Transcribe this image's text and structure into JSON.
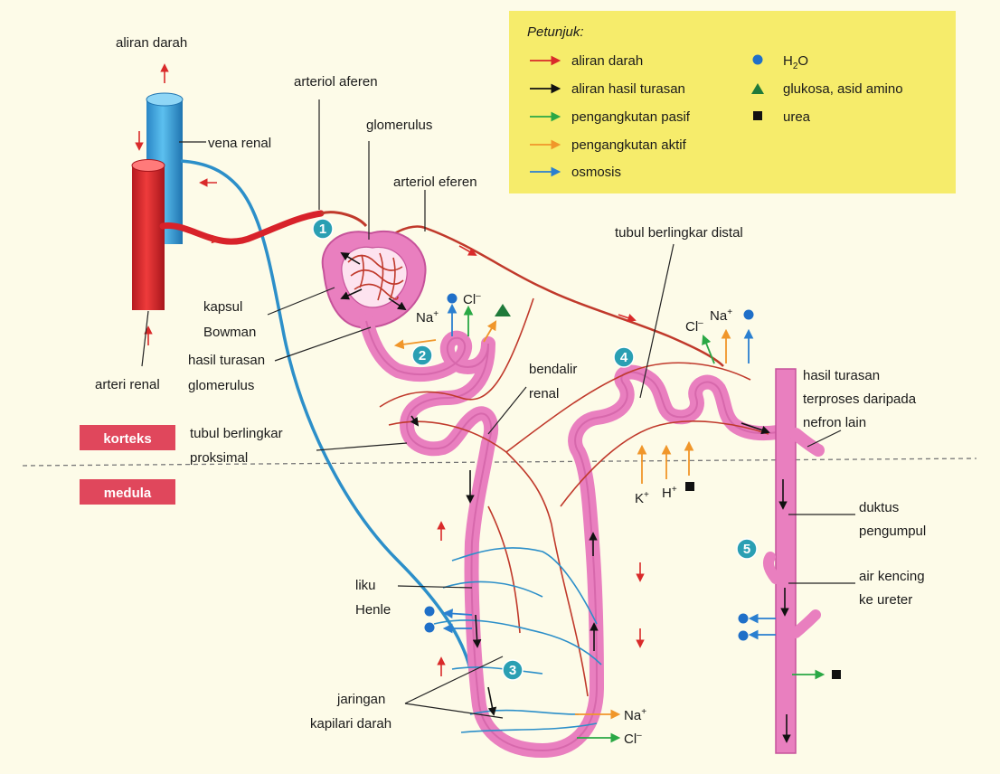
{
  "legend": {
    "title": "Petunjuk:",
    "items": [
      {
        "label": "aliran darah",
        "color": "#d92a2a",
        "icon": "arrow-icon"
      },
      {
        "label": "aliran hasil turasan",
        "color": "#111111",
        "icon": "arrow-icon"
      },
      {
        "label": "pengangkutan pasif",
        "color": "#2aa845",
        "icon": "arrow-icon"
      },
      {
        "label": "pengangkutan aktif",
        "color": "#f0962a",
        "icon": "arrow-icon"
      },
      {
        "label": "osmosis",
        "color": "#2a7fd0",
        "icon": "arrow-icon"
      }
    ],
    "symbols": [
      {
        "label_main": "H",
        "label_sub": "2",
        "label_end": "O",
        "icon": "blue-circle-icon",
        "color": "#1f6fc8"
      },
      {
        "label": "glukosa, asid amino",
        "icon": "green-triangle-icon",
        "color": "#1f7a3a"
      },
      {
        "label": "urea",
        "icon": "black-square-icon",
        "color": "#111111"
      }
    ]
  },
  "labels": {
    "aliran_darah": "aliran darah",
    "arteriol_aferen": "arteriol aferen",
    "glomerulus": "glomerulus",
    "vena_renal": "vena renal",
    "arteriol_eferen": "arteriol eferen",
    "tubul_distal": "tubul berlingkar distal",
    "kapsul_1": "kapsul",
    "kapsul_2": "Bowman",
    "hasil_turasan_1": "hasil turasan",
    "hasil_turasan_2": "glomerulus",
    "arteri_renal": "arteri renal",
    "bendalir_1": "bendalir",
    "bendalir_2": "renal",
    "proksimal_1": "tubul berlingkar",
    "proksimal_2": "proksimal",
    "terproses_1": "hasil turasan",
    "terproses_2": "terproses daripada",
    "terproses_3": "nefron lain",
    "duktus_1": "duktus",
    "duktus_2": "pengumpul",
    "liku_1": "liku",
    "liku_2": "Henle",
    "kencing_1": "air kencing",
    "kencing_2": "ke ureter",
    "jaringan_1": "jaringan",
    "jaringan_2": "kapilari darah"
  },
  "zones": {
    "korteks": "korteks",
    "medula": "medula"
  },
  "numbers": [
    "1",
    "2",
    "3",
    "4",
    "5"
  ],
  "ions": {
    "na": "Na",
    "na_sup": "+",
    "cl": "Cl",
    "cl_sup": "–",
    "k": "K",
    "k_sup": "+",
    "h": "H",
    "h_sup": "+"
  },
  "colors": {
    "artery": "#d8222a",
    "vein": "#2a9ad8",
    "tubule": "#e97fbf",
    "tubule_dark": "#c6529a",
    "capillary_red": "#c0392b",
    "capillary_blue": "#2c8fc9",
    "legend_bg": "#f6ec6b",
    "zone_bg": "#e0475c",
    "badge": "#2a9fb3"
  }
}
